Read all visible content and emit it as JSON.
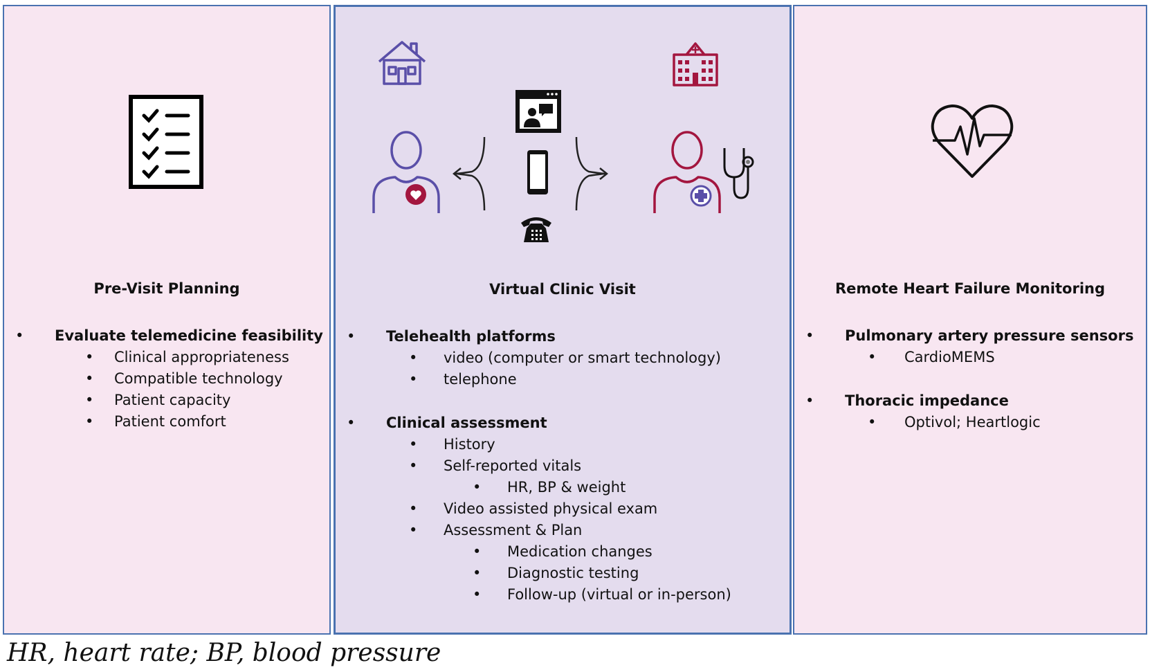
{
  "panels": [
    {
      "title": "Pre-Visit Planning",
      "items": [
        {
          "text": "Evaluate telemedicine feasibility",
          "level": 0
        },
        {
          "text": "Clinical appropriateness",
          "level": 1
        },
        {
          "text": "Compatible technology",
          "level": 1
        },
        {
          "text": "Patient capacity",
          "level": 1
        },
        {
          "text": "Patient comfort",
          "level": 1
        }
      ],
      "icon": "checklist-icon"
    },
    {
      "title": "Virtual Clinic Visit",
      "items": [
        {
          "text": "Telehealth platforms",
          "level": 0
        },
        {
          "text": "video (computer or smart technology)",
          "level": 1
        },
        {
          "text": "telephone",
          "level": 1
        },
        {
          "text": "",
          "level": "gap"
        },
        {
          "text": "Clinical assessment",
          "level": 0
        },
        {
          "text": "History",
          "level": 1
        },
        {
          "text": "Self-reported vitals",
          "level": 1
        },
        {
          "text": "HR, BP & weight",
          "level": 2
        },
        {
          "text": "Video assisted physical exam",
          "level": 1
        },
        {
          "text": "Assessment & Plan",
          "level": 1
        },
        {
          "text": "Medication changes",
          "level": 2
        },
        {
          "text": "Diagnostic testing",
          "level": 2
        },
        {
          "text": "Follow-up (virtual or in-person)",
          "level": 2
        }
      ],
      "icons": [
        "house-icon",
        "hospital-icon",
        "patient-icon",
        "clinician-icon",
        "stethoscope-icon",
        "computer-video-icon",
        "smartphone-icon",
        "telephone-icon"
      ]
    },
    {
      "title": "Remote Heart Failure Monitoring",
      "items": [
        {
          "text": "Pulmonary artery pressure sensors",
          "level": 0
        },
        {
          "text": "CardioMEMS",
          "level": 1
        },
        {
          "text": "",
          "level": "gap"
        },
        {
          "text": "Thoracic impedance",
          "level": 0
        },
        {
          "text": "Optivol; Heartlogic",
          "level": 1
        }
      ],
      "icon": "heart-monitor-icon"
    }
  ],
  "caption": "HR, heart rate; BP, blood pressure",
  "colors": {
    "panel_pink": "#f8e6f1",
    "panel_lavender": "#e4dcee",
    "border": "#4a72b0",
    "patient": "#5a4fa8",
    "clinician": "#a3163f"
  }
}
